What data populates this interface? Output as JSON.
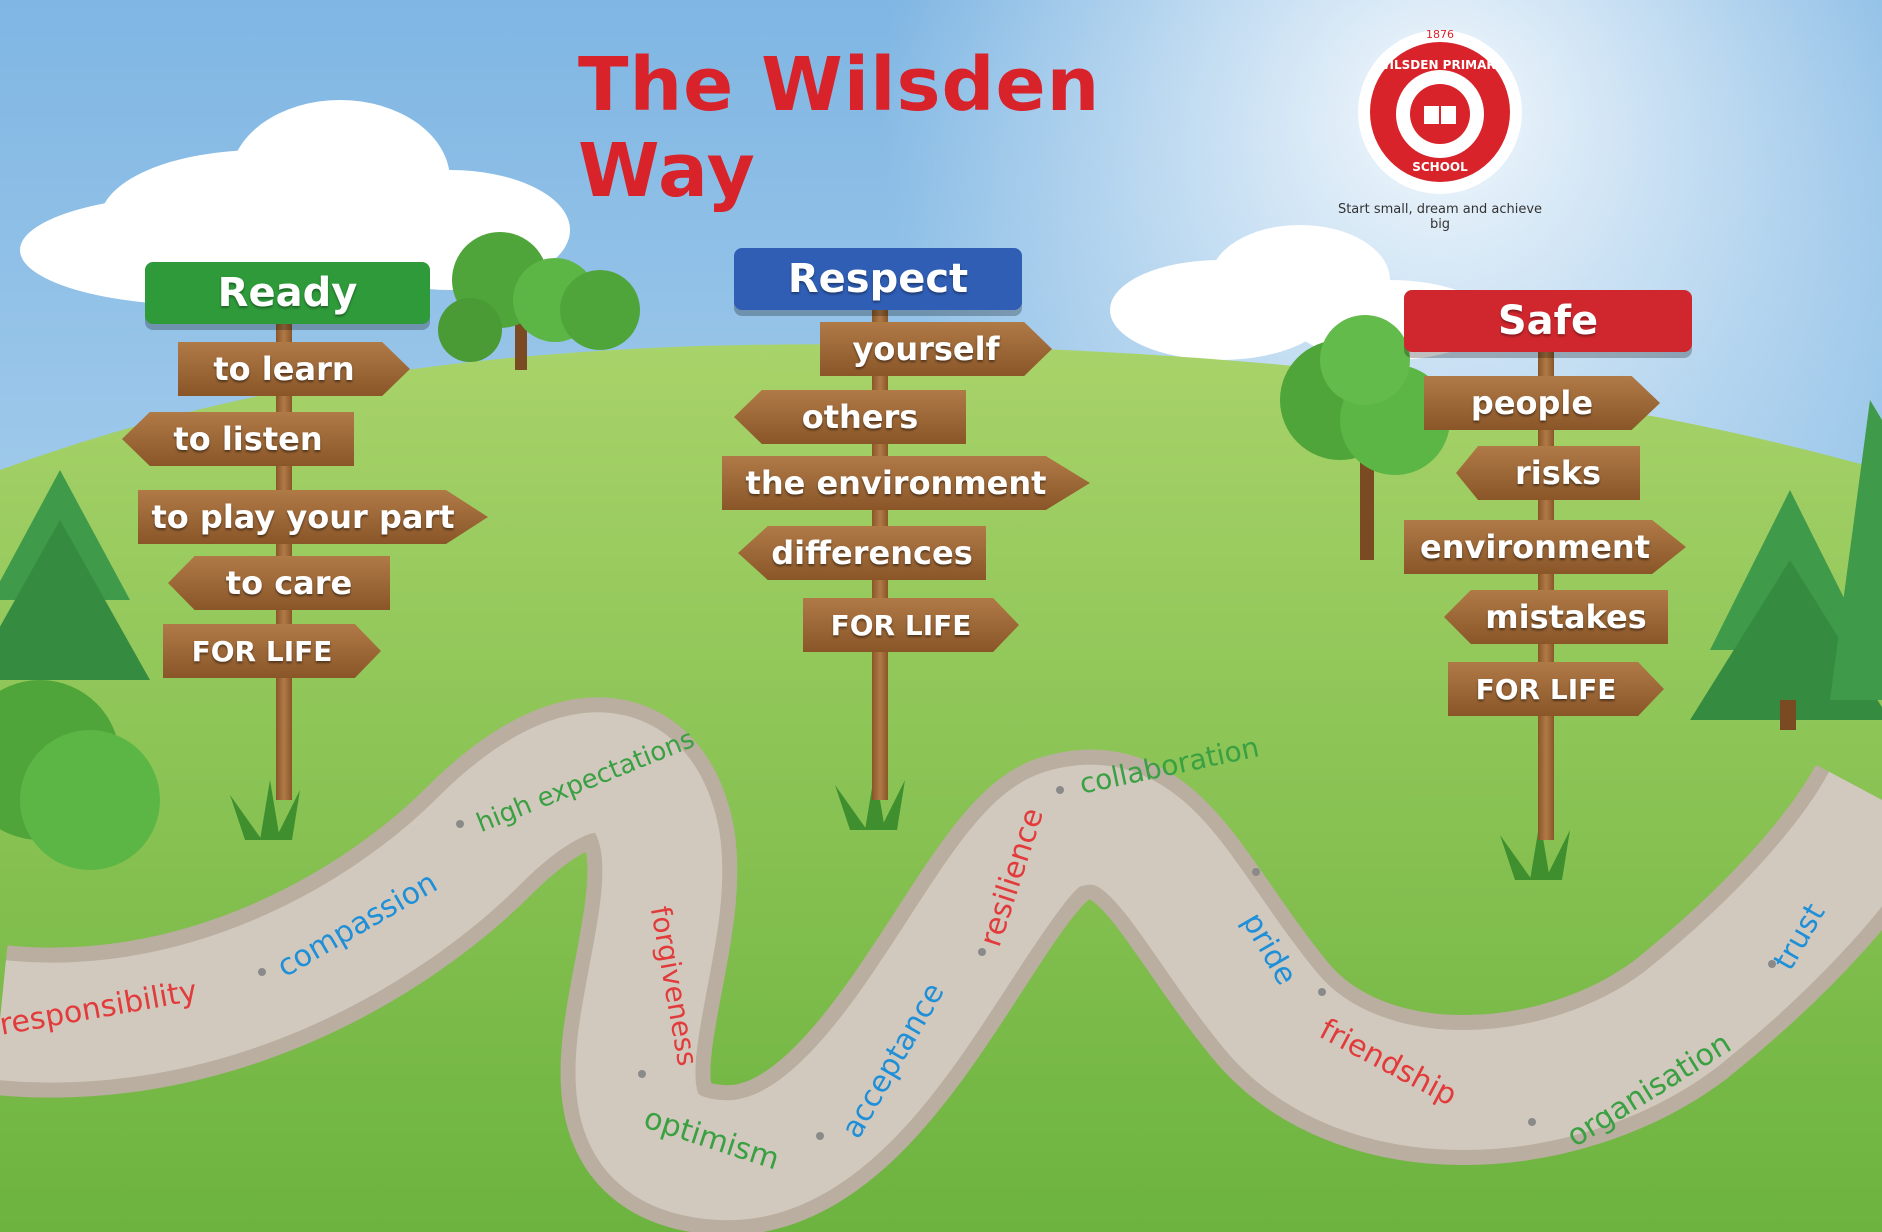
{
  "title": "The Wilsden Way",
  "badge": {
    "year": "1876",
    "name_top": "WILSDEN PRIMARY",
    "name_bottom": "SCHOOL",
    "motto": "Start small, dream and achieve big"
  },
  "signposts": [
    {
      "heading": "Ready",
      "color": "#2e9a3a",
      "arrows": [
        "to learn",
        "to listen",
        "to play your part",
        "to care",
        "FOR LIFE"
      ]
    },
    {
      "heading": "Respect",
      "color": "#2f5eb4",
      "arrows": [
        "yourself",
        "others",
        "the environment",
        "differences",
        "FOR LIFE"
      ]
    },
    {
      "heading": "Safe",
      "color": "#d0272e",
      "arrows": [
        "people",
        "risks",
        "environment",
        "mistakes",
        "FOR LIFE"
      ]
    }
  ],
  "path_values": [
    {
      "text": "responsibility",
      "color": "#e23b3b"
    },
    {
      "text": "compassion",
      "color": "#1f8fd8"
    },
    {
      "text": "high expectations",
      "color": "#3aa042"
    },
    {
      "text": "forgiveness",
      "color": "#e23b3b"
    },
    {
      "text": "optimism",
      "color": "#3aa042"
    },
    {
      "text": "acceptance",
      "color": "#1f8fd8"
    },
    {
      "text": "resilience",
      "color": "#e23b3b"
    },
    {
      "text": "collaboration",
      "color": "#3aa042"
    },
    {
      "text": "pride",
      "color": "#1f8fd8"
    },
    {
      "text": "friendship",
      "color": "#e23b3b"
    },
    {
      "text": "organisation",
      "color": "#3aa042"
    },
    {
      "text": "trust",
      "color": "#1f8fd8"
    }
  ]
}
